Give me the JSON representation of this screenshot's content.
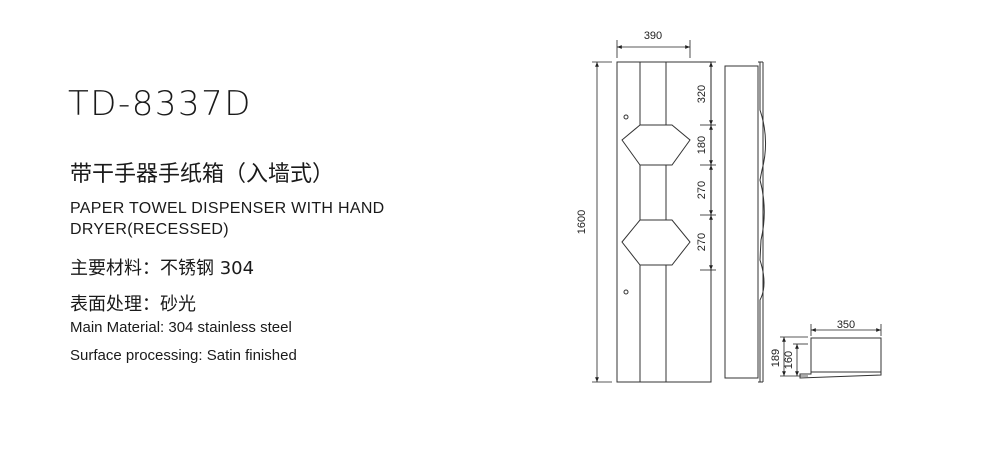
{
  "product": {
    "model": "TD-8337D",
    "title_cn": "带干手器手纸箱（入墙式）",
    "title_en": "PAPER TOWEL DISPENSER WITH HAND DRYER(RECESSED)",
    "material_cn": "主要材料：不锈钢 304",
    "surface_cn": "表面处理：砂光",
    "material_en": "Main Material: 304 stainless steel",
    "surface_en": "Surface processing: Satin finished"
  },
  "dimensions": {
    "width": "390",
    "height": "1600",
    "seg1": "320",
    "seg2": "180",
    "seg3": "270",
    "seg4": "270",
    "box_width": "350",
    "box_depth_outer": "189",
    "box_depth_inner": "160"
  }
}
